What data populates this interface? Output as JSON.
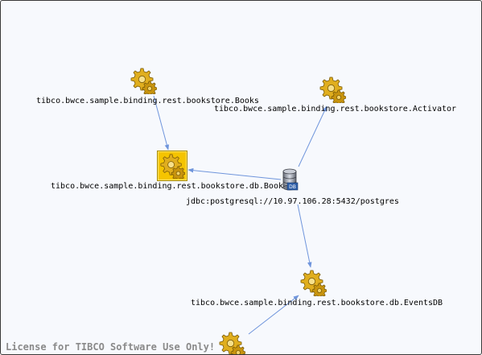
{
  "nodes": {
    "books": {
      "label": "tibco.bwce.sample.binding.rest.bookstore.Books",
      "icon": "gear-cog-icon"
    },
    "activator": {
      "label": "tibco.bwce.sample.binding.rest.bookstore.Activator",
      "icon": "gear-cog-icon"
    },
    "booksdb": {
      "label": "tibco.bwce.sample.binding.rest.bookstore.db.BooksDB",
      "icon": "gear-cog-icon",
      "selected": true
    },
    "jdbc": {
      "label": "jdbc:postgresql://10.97.106.28:5432/postgres",
      "icon": "database-icon"
    },
    "eventsdb": {
      "label": "tibco.bwce.sample.binding.rest.bookstore.db.EventsDB",
      "icon": "gear-cog-icon"
    },
    "unnamed": {
      "icon": "gear-cog-icon"
    }
  },
  "edges": [
    {
      "from": "books",
      "to": "booksdb"
    },
    {
      "from": "jdbc",
      "to": "booksdb"
    },
    {
      "from": "jdbc",
      "to": "activator"
    },
    {
      "from": "jdbc",
      "to": "eventsdb"
    },
    {
      "from": "unnamed",
      "to": "eventsdb"
    }
  ],
  "colors": {
    "edge": "#6f95dc",
    "gear_fill": "#d9a514",
    "selected_bg": "#f5c400"
  },
  "footer": {
    "license": "License for TIBCO Software Use Only!"
  }
}
